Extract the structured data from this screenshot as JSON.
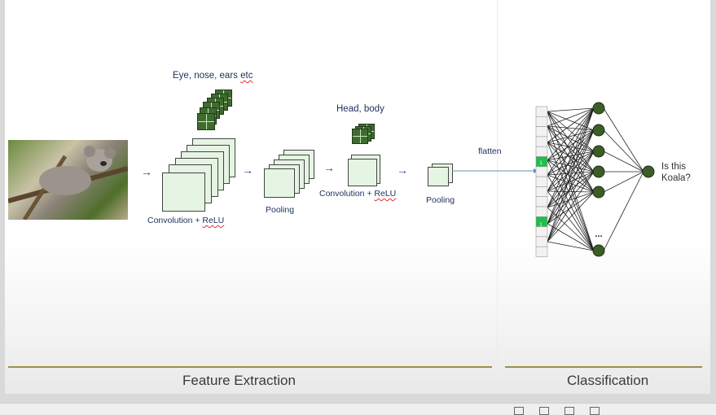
{
  "labels": {
    "eye_nose": "Eye, nose, ears etc",
    "head_body": "Head, body",
    "conv1": "Convolution + ReLU",
    "pool1": "Pooling",
    "conv2": "Convolution + ReLU",
    "pool2": "Pooling",
    "flatten": "flatten",
    "question_line1": "Is this",
    "question_line2": "Koala?",
    "neurons_dots": "...",
    "flatten_value_1": "1",
    "flatten_value_2": "1"
  },
  "sections": {
    "feature_extraction": "Feature Extraction",
    "classification": "Classification"
  },
  "colors": {
    "feature_map": "#e6f4e3",
    "filter": "#3f6b2f",
    "neuron": "#3b5e27",
    "active_cell": "#1fbf4a",
    "rule": "#9c8f4a",
    "text": "#1f2f5a"
  }
}
